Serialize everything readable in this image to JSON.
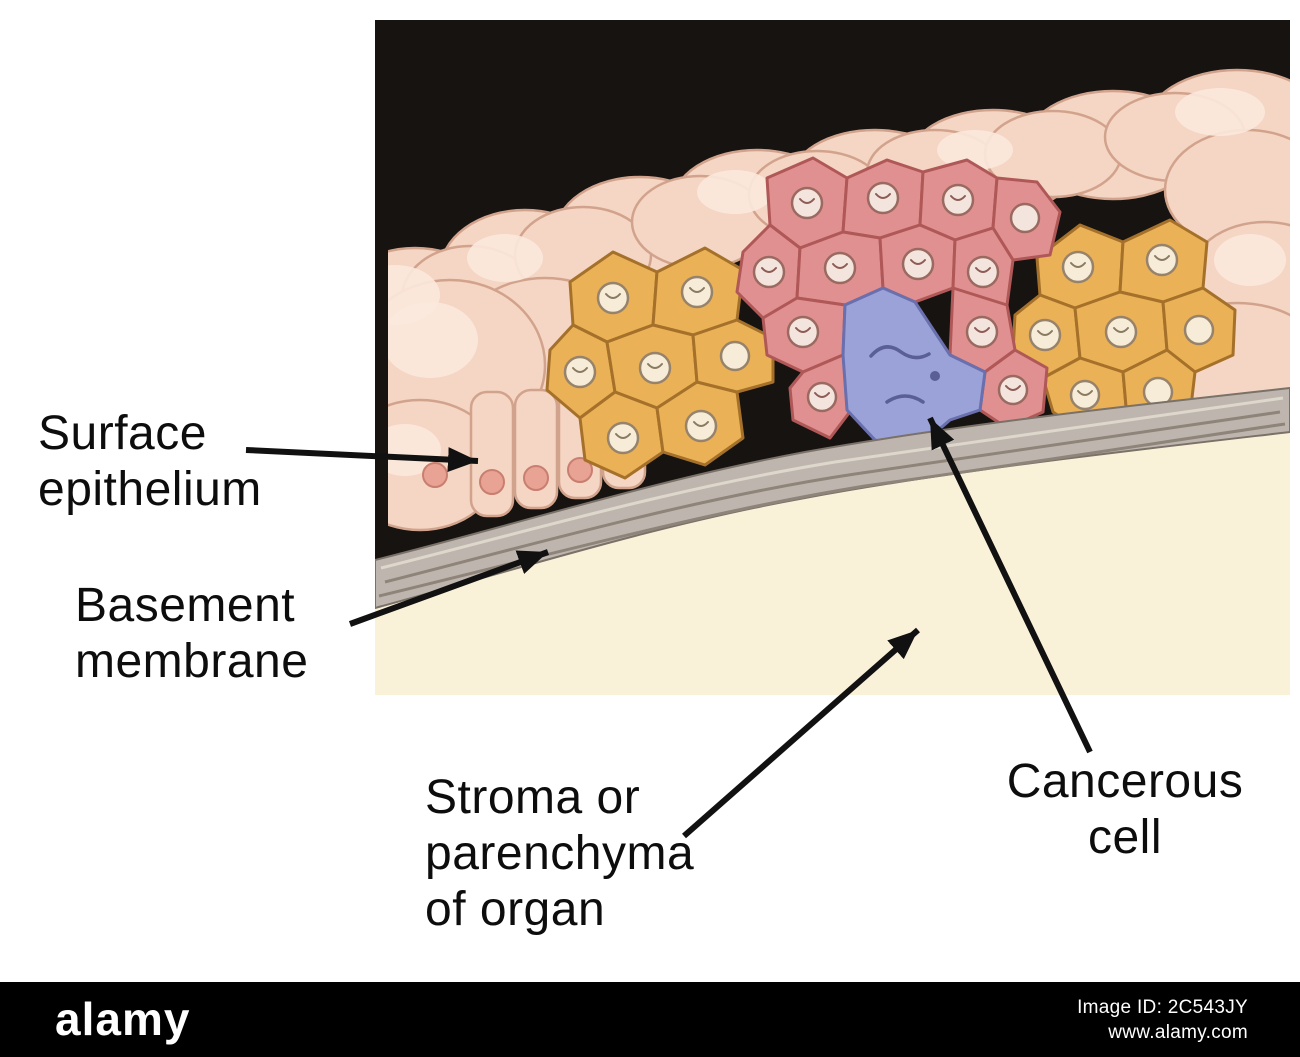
{
  "diagram": {
    "labels": {
      "surface_epithelium": {
        "line1": "Surface",
        "line2": "epithelium"
      },
      "basement_membrane": {
        "line1": "Basement",
        "line2": "membrane"
      },
      "stroma": {
        "line1": "Stroma or",
        "line2": "parenchyma",
        "line3": "of organ"
      },
      "cancerous_cell": {
        "line1": "Cancerous",
        "line2": "cell"
      }
    },
    "colors": {
      "surface_epithelium_cell": "#f5d5c3",
      "dysplastic_cell": "#eab157",
      "carcinoma_cell": "#e09090",
      "cancerous_cell": "#9aa2d8",
      "basement_membrane": "#beb6ae",
      "stroma": "#faf1d9",
      "background": "#171310"
    }
  },
  "watermark": {
    "brand": "alamy",
    "image_id": "Image ID: 2C543JY",
    "url": "www.alamy.com"
  }
}
